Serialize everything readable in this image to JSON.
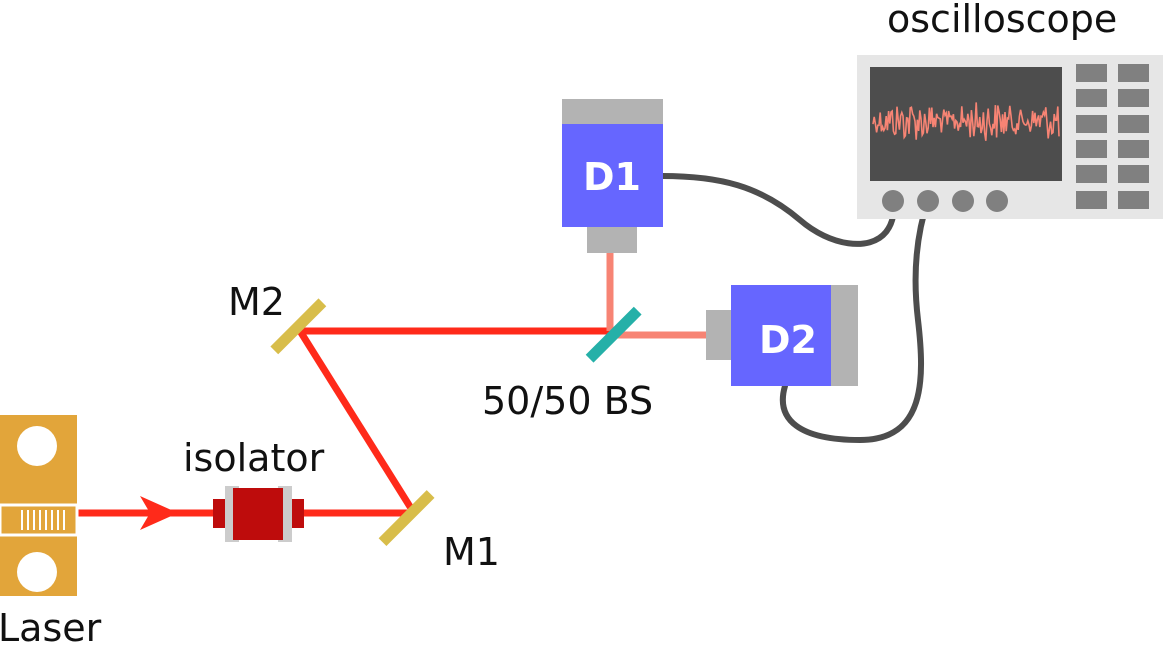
{
  "labels": {
    "oscilloscope": "oscilloscope",
    "d1": "D1",
    "d2": "D2",
    "m1": "M1",
    "m2": "M2",
    "beamsplitter": "50/50 BS",
    "isolator": "isolator",
    "laser": "Laser"
  },
  "colors": {
    "laser_body": "#e2a53a",
    "beam": "#ff2a1a",
    "split_beam": "#f78474",
    "mirror": "#d8bd4a",
    "beamsplitter": "#25b0a8",
    "detector_body": "#6666ff",
    "detector_cap": "#b3b3b3",
    "isolator_core": "#be0c0c",
    "isolator_ring": "#cccccc",
    "cable": "#4d4d4d",
    "scope_body": "#e6e6e6",
    "scope_screen": "#4d4d4d",
    "scope_trace": "#f78474",
    "scope_buttons": "#808080"
  }
}
